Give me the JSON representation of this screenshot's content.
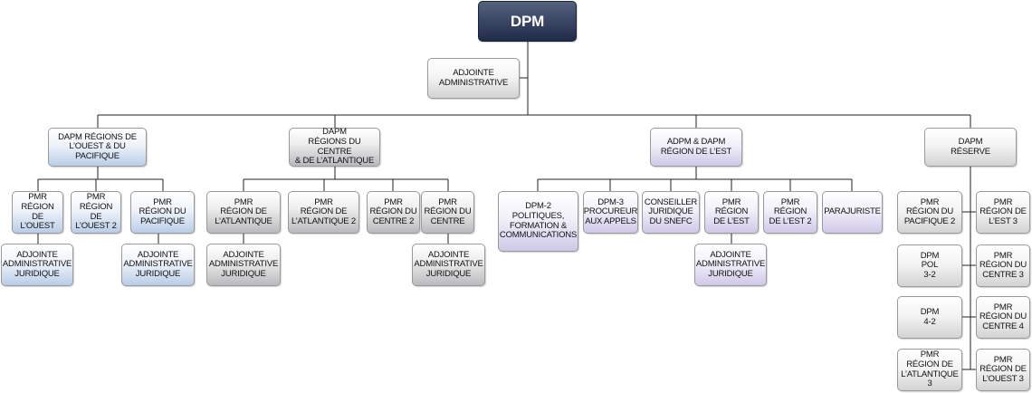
{
  "nodes": [
    {
      "id": "dpm",
      "label": "DPM",
      "style": "top"
    },
    {
      "id": "adjointe_admin",
      "label": "ADJOINTE\nADMINISTRATIVE",
      "style": "grey"
    },
    {
      "id": "dapm_ouest",
      "label": "DAPM RÉGIONS DE\nL’OUEST & DU PACIFIQUE",
      "style": "blue"
    },
    {
      "id": "dapm_centre",
      "label": "DAPM\nRÉGIONS DU CENTRE\n& DE L’ATLANTIQUE",
      "style": "greydark"
    },
    {
      "id": "adpm_est",
      "label": "ADPM & DAPM\nRÉGION DE L’EST",
      "style": "purple"
    },
    {
      "id": "dapm_reserve",
      "label": "DAPM\nRÉSERVE",
      "style": "grey"
    },
    {
      "id": "pmr_ouest",
      "label": "PMR\nRÉGION DE\nL’OUEST",
      "style": "blue"
    },
    {
      "id": "pmr_ouest2",
      "label": "PMR\nRÉGION DE\nL’OUEST 2",
      "style": "blue"
    },
    {
      "id": "pmr_pacifique",
      "label": "PMR\nRÉGION DU\nPACIFIQUE",
      "style": "blue"
    },
    {
      "id": "adj_jur_ouest",
      "label": "ADJOINTE\nADMINISTRATIVE\nJURIDIQUE",
      "style": "blue"
    },
    {
      "id": "adj_jur_pacifique",
      "label": "ADJOINTE\nADMINISTRATIVE\nJURIDIQUE",
      "style": "blue"
    },
    {
      "id": "pmr_atlantique",
      "label": "PMR\nRÉGION DE\nL’ATLANTIQUE",
      "style": "greydark"
    },
    {
      "id": "pmr_atlantique2",
      "label": "PMR\nRÉGION DE\nL’ATLANTIQUE 2",
      "style": "greydark"
    },
    {
      "id": "pmr_centre2",
      "label": "PMR\nRÉGION DU\nCENTRE 2",
      "style": "greydark"
    },
    {
      "id": "pmr_centre",
      "label": "PMR\nRÉGION DU\nCENTRE",
      "style": "greydark"
    },
    {
      "id": "adj_jur_atlantique",
      "label": "ADJOINTE\nADMINISTRATIVE\nJURIDIQUE",
      "style": "greydark"
    },
    {
      "id": "adj_jur_centre",
      "label": "ADJOINTE\nADMINISTRATIVE\nJURIDIQUE",
      "style": "greydark"
    },
    {
      "id": "dpm2",
      "label": "DPM-2\nPOLITIQUES,\nFORMATION &\nCOMMUNICATIONS",
      "style": "purple"
    },
    {
      "id": "dpm3",
      "label": "DPM-3\nPROCUREUR\nAUX APPELS",
      "style": "purple"
    },
    {
      "id": "conseiller",
      "label": "CONSEILLER\nJURIDIQUE\nDU SNEFC",
      "style": "purple"
    },
    {
      "id": "pmr_est",
      "label": "PMR\nRÉGION\nDE L’EST",
      "style": "purple"
    },
    {
      "id": "pmr_est2",
      "label": "PMR\nRÉGION\nDE L’EST 2",
      "style": "purple"
    },
    {
      "id": "parajuriste",
      "label": "PARAJURISTE",
      "style": "purple"
    },
    {
      "id": "adj_jur_est",
      "label": "ADJOINTE\nADMINISTRATIVE\nJURIDIQUE",
      "style": "purple"
    },
    {
      "id": "pmr_pacifique2",
      "label": "PMR\nRÉGION DU\nPACIFIQUE 2",
      "style": "grey"
    },
    {
      "id": "dpm_pol32",
      "label": "DPM\nPOL\n3-2",
      "style": "grey"
    },
    {
      "id": "dpm_42",
      "label": "DPM\n4-2",
      "style": "grey"
    },
    {
      "id": "pmr_atlantique3",
      "label": "PMR\nRÉGION DE\nL’ATLANTIQUE 3",
      "style": "grey"
    },
    {
      "id": "pmr_est3",
      "label": "PMR\nRÉGION DE\nL’EST 3",
      "style": "grey"
    },
    {
      "id": "pmr_centre3",
      "label": "PMR\nRÉGION DU\nCENTRE 3",
      "style": "grey"
    },
    {
      "id": "pmr_centre4",
      "label": "PMR\nRÉGION DU\nCENTRE 4",
      "style": "grey"
    },
    {
      "id": "pmr_ouest3",
      "label": "PMR\nRÉGION DE\nL’OUEST 3",
      "style": "grey"
    }
  ],
  "edges": [
    [
      "dpm",
      "adjointe_admin"
    ],
    [
      "dpm",
      "dapm_ouest"
    ],
    [
      "dpm",
      "dapm_centre"
    ],
    [
      "dpm",
      "adpm_est"
    ],
    [
      "dpm",
      "dapm_reserve"
    ],
    [
      "dapm_ouest",
      "pmr_ouest"
    ],
    [
      "dapm_ouest",
      "pmr_ouest2"
    ],
    [
      "dapm_ouest",
      "pmr_pacifique"
    ],
    [
      "pmr_ouest",
      "adj_jur_ouest"
    ],
    [
      "pmr_pacifique",
      "adj_jur_pacifique"
    ],
    [
      "dapm_centre",
      "pmr_atlantique"
    ],
    [
      "dapm_centre",
      "pmr_atlantique2"
    ],
    [
      "dapm_centre",
      "pmr_centre2"
    ],
    [
      "dapm_centre",
      "pmr_centre"
    ],
    [
      "pmr_atlantique",
      "adj_jur_atlantique"
    ],
    [
      "pmr_centre",
      "adj_jur_centre"
    ],
    [
      "adpm_est",
      "dpm2"
    ],
    [
      "adpm_est",
      "dpm3"
    ],
    [
      "adpm_est",
      "conseiller"
    ],
    [
      "adpm_est",
      "pmr_est"
    ],
    [
      "adpm_est",
      "pmr_est2"
    ],
    [
      "adpm_est",
      "parajuriste"
    ],
    [
      "pmr_est",
      "adj_jur_est"
    ],
    [
      "dapm_reserve",
      "pmr_pacifique2"
    ],
    [
      "dapm_reserve",
      "dpm_pol32"
    ],
    [
      "dapm_reserve",
      "dpm_42"
    ],
    [
      "dapm_reserve",
      "pmr_atlantique3"
    ],
    [
      "dapm_reserve",
      "pmr_est3"
    ],
    [
      "dapm_reserve",
      "pmr_centre3"
    ],
    [
      "dapm_reserve",
      "pmr_centre4"
    ],
    [
      "dapm_reserve",
      "pmr_ouest3"
    ]
  ]
}
